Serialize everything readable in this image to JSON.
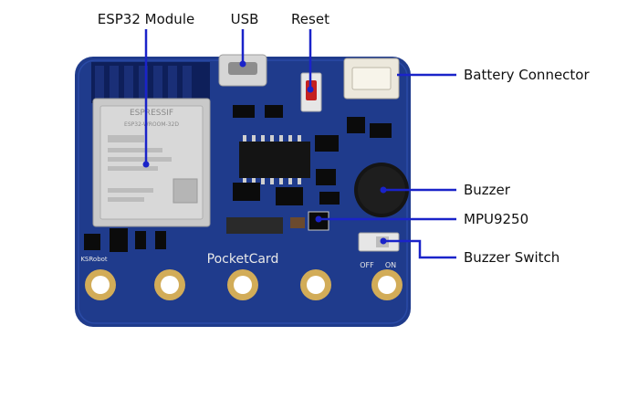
{
  "labels": {
    "esp32": "ESP32 Module",
    "usb": "USB",
    "reset": "Reset",
    "battery": "Battery Connector",
    "buzzer": "Buzzer",
    "mpu": "MPU9250",
    "buzzer_switch": "Buzzer Switch"
  },
  "board": {
    "name": "PocketCard",
    "brand": "KSRobot",
    "module_text": "ESPRESSIF",
    "module_model": "ESP32-WROOM-32D",
    "switch_off": "OFF",
    "switch_on": "ON"
  },
  "colors": {
    "pcb": "#1f3b8c",
    "pcb_dark": "#17307a",
    "callout": "#1a23c9",
    "module": "#c9c9c9",
    "antenna": "#0e1f5a"
  }
}
